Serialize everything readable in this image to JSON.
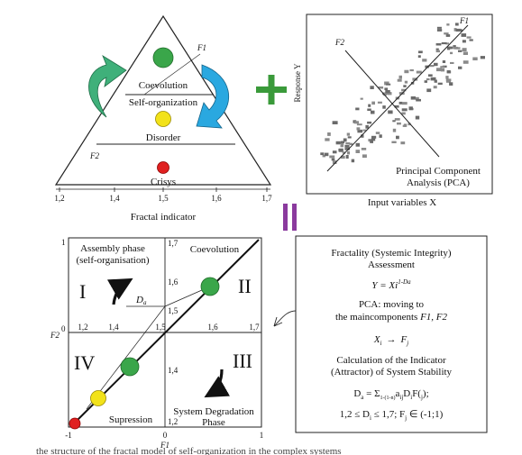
{
  "triangle": {
    "zones": [
      "Coevolution",
      "Self-organization",
      "Disorder",
      "Crisys"
    ],
    "f1": "F1",
    "f2": "F2",
    "axis_ticks": [
      "1,2",
      "1,4",
      "1,5",
      "1,6",
      "1,7"
    ],
    "axis_label": "Fractal indicator",
    "colors": {
      "coevolution": "#3aa64a",
      "disorder": "#f2e21a",
      "crisys": "#e02020",
      "arrow_left": "#3fb07a",
      "arrow_right": "#2aa8e0"
    }
  },
  "plus_sign": {
    "symbol": "+",
    "color": "#3a9a3a"
  },
  "equals_sign": {
    "symbol": "||",
    "color": "#8b3a9e"
  },
  "pca_plot": {
    "f1": "F1",
    "f2": "F2",
    "ylabel": "Response Y",
    "xlabel": "Input variables   X",
    "caption_line1": "Principal Component",
    "caption_line2": "Analysis (PCA)"
  },
  "quadrant_plot": {
    "y_top": "1",
    "f2_label": "F2",
    "f2_zero": "0",
    "f1_label": "F1",
    "x_ticks": [
      "-1",
      "0",
      "1"
    ],
    "inner_ticks": [
      "1,2",
      "1,4",
      "1,5",
      "1,6",
      "1,7"
    ],
    "vertical_ticks": [
      "1,7",
      "1,6",
      "1,5",
      "1,4",
      "1,2"
    ],
    "quadrant_titles": {
      "q1_line1": "Assembly phase",
      "q1_line2": "(self-organisation)",
      "q2": "Coevolution",
      "q3_line1": "System Degradation",
      "q3_line2": "Phase",
      "q4": "Supression"
    },
    "roman": [
      "I",
      "II",
      "III",
      "IV"
    ],
    "da_label": "D",
    "da_sub": "a"
  },
  "assessment_box": {
    "title_line1": "Fractality (Systemic Integrity)",
    "title_line2": "Assessment",
    "formula1": "Y = Xi",
    "formula1_sup": "1-Da",
    "pca_line1": "PCA: moving to",
    "pca_line2": "the maincomponents",
    "pca_line2_it": "F1, F2",
    "mapping_left": "X",
    "mapping_left_sub": "i",
    "mapping_arrow": "→",
    "mapping_right": "F",
    "mapping_right_sub": "j",
    "calc_line1": "Calculation of the Indicator",
    "calc_line2": "(Attractor) of System Stability",
    "formula2": "D",
    "formula2_sub": "a",
    "formula2_rest": " = Σ",
    "formula2_sum_sub": "1-(1-n)",
    "formula2_tail": "a",
    "formula2_tail_sub": "ij",
    "formula2_end": "D",
    "formula2_end_sub": "i",
    "formula2_final": "F(",
    "formula2_final_sub": "j",
    "formula2_close": ");",
    "constraint": "1,2 ≤ D",
    "constraint_sub": "i",
    "constraint_mid": " ≤ 1,7; F",
    "constraint_sub2": "j",
    "constraint_end": " ∈ (-1;1)"
  },
  "caption_cut": "the structure of the fractal model of self-organization in the complex systems"
}
